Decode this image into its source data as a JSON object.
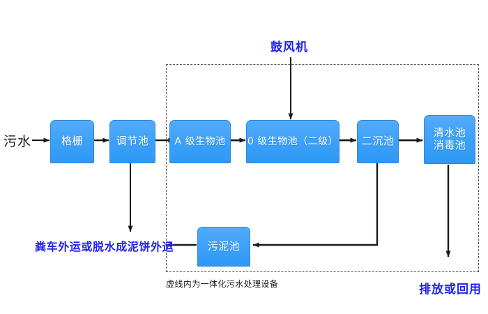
{
  "diagram": {
    "title_note": "虚线内为一体化污水处理设备",
    "nodes": [
      {
        "id": "grating",
        "label": "格栅",
        "label2": ""
      },
      {
        "id": "adjust",
        "label": "调节池",
        "label2": ""
      },
      {
        "id": "a-bio",
        "label": "A 级生物池",
        "label2": ""
      },
      {
        "id": "o-bio",
        "label": "0 级生物池（二级）",
        "label2": ""
      },
      {
        "id": "secondary",
        "label": "二沉池",
        "label2": ""
      },
      {
        "id": "clearwater",
        "label": "清水池",
        "label2": "消毒池"
      },
      {
        "id": "sludge",
        "label": "污泥池",
        "label2": ""
      }
    ],
    "labels": {
      "inflow": "污水",
      "blower": "鼓风机",
      "sludge_disposal": "粪车外运或脱水成泥饼外运",
      "discharge": "排放或回用",
      "equipment_note": "虚线内为一体化污水处理设备"
    },
    "colors": {
      "node_fill": "#3ba0f8",
      "node_border": "#2f86d8",
      "node_text": "#ffffff",
      "arrow": "#1a1a1a",
      "accent_blue_text": "#2222f0",
      "dashed_border": "#555555",
      "background": "#ffffff"
    }
  }
}
